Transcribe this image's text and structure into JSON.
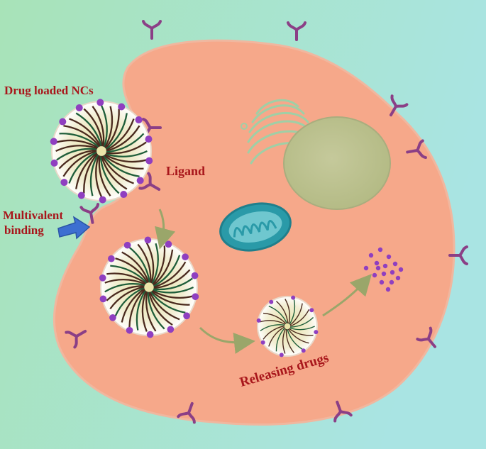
{
  "labels": {
    "drug_loaded": "Drug loaded NCs",
    "ligand": "Ligand",
    "multivalent_line1": "Multivalent",
    "multivalent_line2": "binding",
    "releasing": "Releasing drugs"
  },
  "colors": {
    "background_left": "#a8e3b8",
    "background_right": "#a9e4e3",
    "cell": "#f6a88a",
    "cell_edge": "#f0b79f",
    "nucleus": "#bfc491",
    "mitochondrion": "#33a6b3",
    "golgi": "#9fcfa6",
    "receptor": "#8b3f86",
    "ligand_dot": "#8f3fc0",
    "label_red": "#a8161b",
    "arrow_green": "#9aa66a",
    "pointer_blue": "#3d6fd1"
  },
  "icons": {
    "receptor": "y-shaped-receptor-icon",
    "nanocarrier": "micelle-nanocarrier-icon",
    "pointer": "blue-arrow-icon",
    "path": "curved-arrow-icon"
  }
}
